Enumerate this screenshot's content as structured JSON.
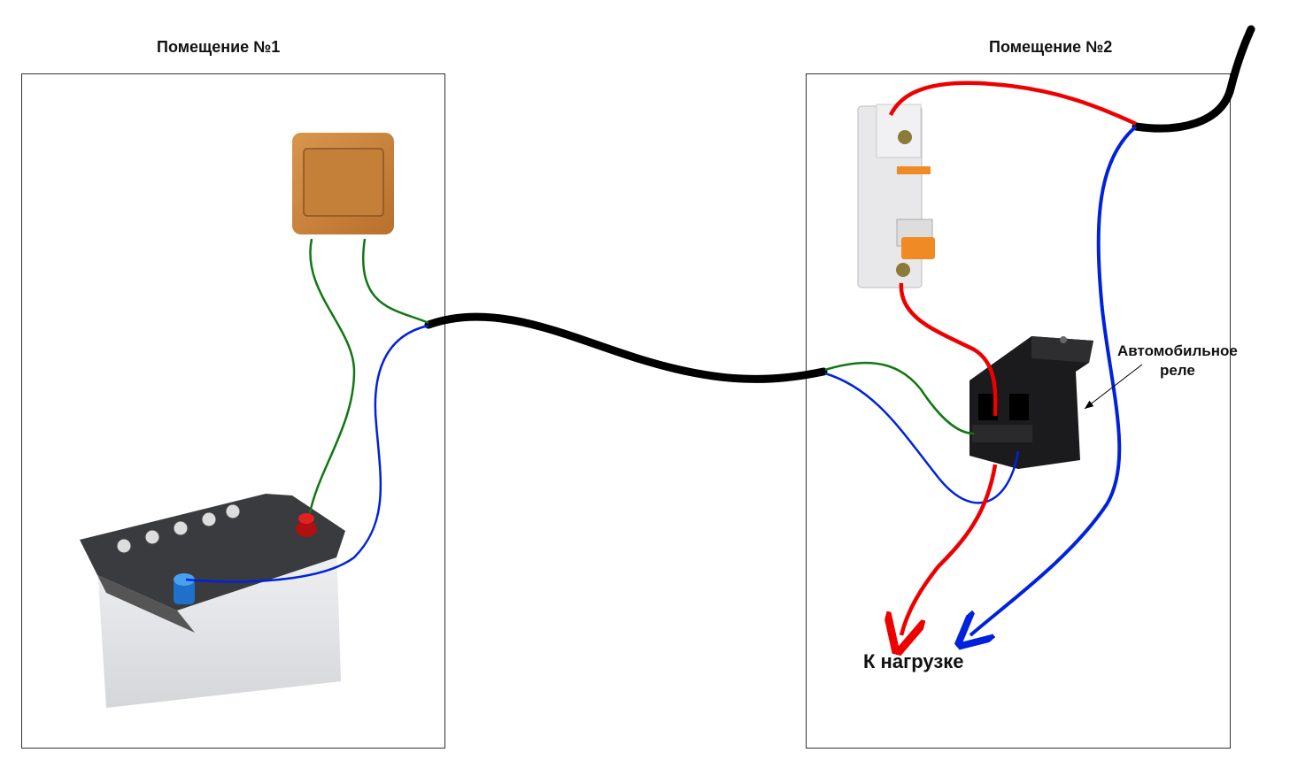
{
  "rooms": [
    {
      "title": "Помещение №1"
    },
    {
      "title": "Помещение №2"
    }
  ],
  "relay_label": {
    "line1": "Автомобильное",
    "line2": "реле"
  },
  "load_label": "К нагрузке",
  "colors": {
    "phase": "#ee0000",
    "neutral": "#0022dd",
    "control": "#117711",
    "cable": "#000000",
    "switch_wood": "#c8843e",
    "breaker_handle": "#f08a24"
  }
}
